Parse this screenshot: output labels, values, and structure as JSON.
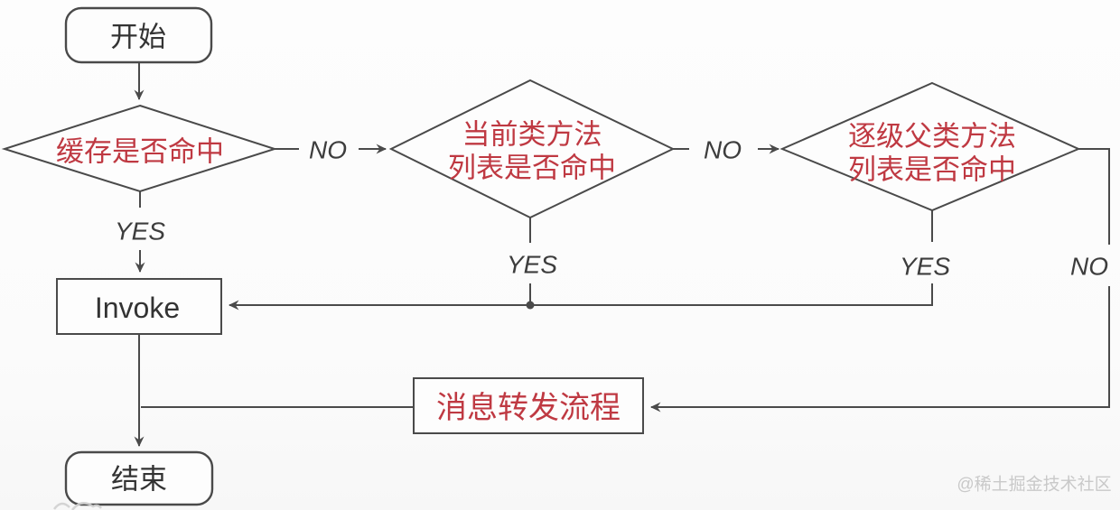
{
  "diagram": {
    "title_hint": "message-dispatch-flowchart",
    "nodes": {
      "start": {
        "label": "开始"
      },
      "cache_check": {
        "label": "缓存是否命中"
      },
      "class_method_check": {
        "line1": "当前类方法",
        "line2": "列表是否命中"
      },
      "super_method_check": {
        "line1": "逐级父类方法",
        "line2": "列表是否命中"
      },
      "invoke": {
        "label": "Invoke"
      },
      "forwarding": {
        "label": "消息转发流程"
      },
      "end": {
        "label": "结束"
      }
    },
    "edges": {
      "cache_miss": {
        "label": "NO"
      },
      "class_miss": {
        "label": "NO"
      },
      "cache_hit": {
        "label": "YES"
      },
      "class_hit": {
        "label": "YES"
      },
      "super_hit": {
        "label": "YES"
      },
      "super_miss": {
        "label": "NO"
      }
    },
    "watermark": "@稀土掘金技术社区",
    "colors": {
      "accent_red": "#bf3942",
      "line": "#4a4a4a",
      "text_dark": "#333333",
      "watermark": "#c9c9c9",
      "background": "#fbfbfb"
    }
  }
}
